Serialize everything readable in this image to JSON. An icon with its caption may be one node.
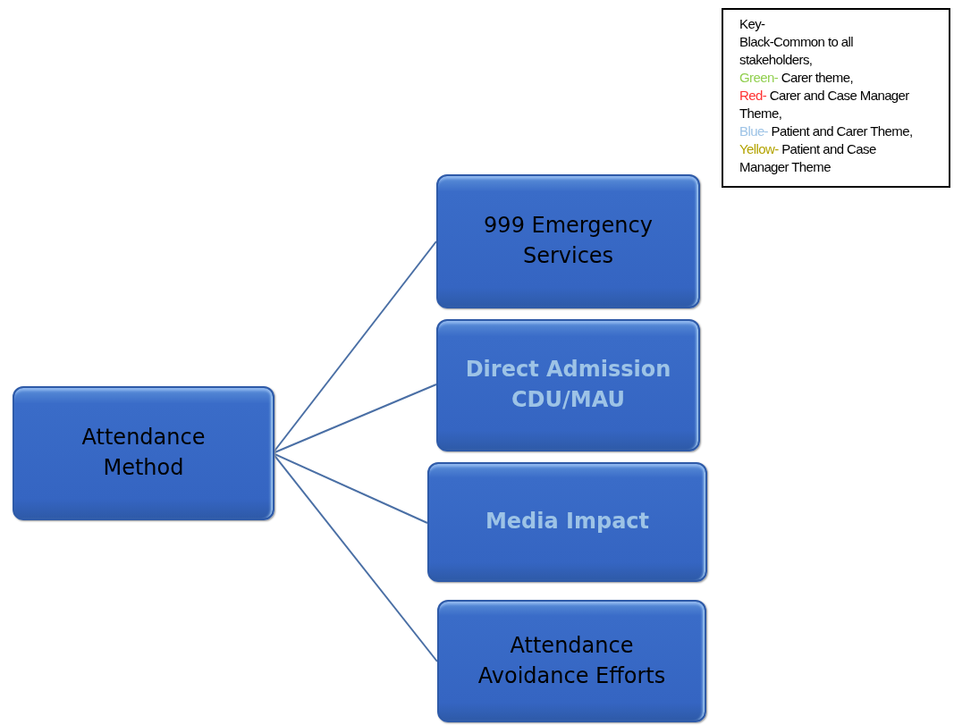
{
  "diagram": {
    "nodes": [
      {
        "text": [
          "Attendance Method"
        ]
      },
      {
        "text": [
          "999 Emergency Services"
        ]
      },
      {
        "text": [
          "Direct Admission CDU/MAU"
        ]
      },
      {
        "text": [
          "Media Impact"
        ]
      },
      {
        "text": [
          "Attendance Avoidance Efforts"
        ]
      }
    ],
    "edges": [
      {
        "from": 0,
        "to": 1,
        "arrow": "none"
      },
      {
        "from": 0,
        "to": 2,
        "arrow": "none"
      },
      {
        "from": 0,
        "to": 3,
        "arrow": "none"
      },
      {
        "from": 0,
        "to": 4,
        "arrow": "none"
      }
    ],
    "labels": [
      "Key-"
    ],
    "legend": [
      {
        "text": "Black-Common to all stakeholders,",
        "color": "#000000"
      },
      {
        "text": "Green- Carer theme,",
        "color": "#92d050"
      },
      {
        "text": "Red- Carer and Case Manager Theme,",
        "color": "#ff3333"
      },
      {
        "text": "Blue- Patient and Carer Theme,",
        "color": "#9dc3e6"
      },
      {
        "text": "Yellow- Patient and Case Manager Theme",
        "color": "#b3a300"
      }
    ]
  }
}
